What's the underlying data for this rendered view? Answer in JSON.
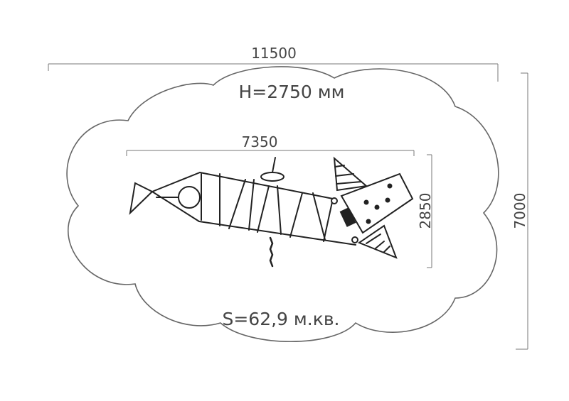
{
  "dimensions": {
    "overall_length": "11500",
    "overall_width": "7000",
    "equipment_length": "7350",
    "equipment_width": "2850"
  },
  "labels": {
    "height": "H=2750 мм",
    "area": "S=62,9 м.кв."
  },
  "colors": {
    "line": "#555555",
    "drawing": "#222222"
  }
}
